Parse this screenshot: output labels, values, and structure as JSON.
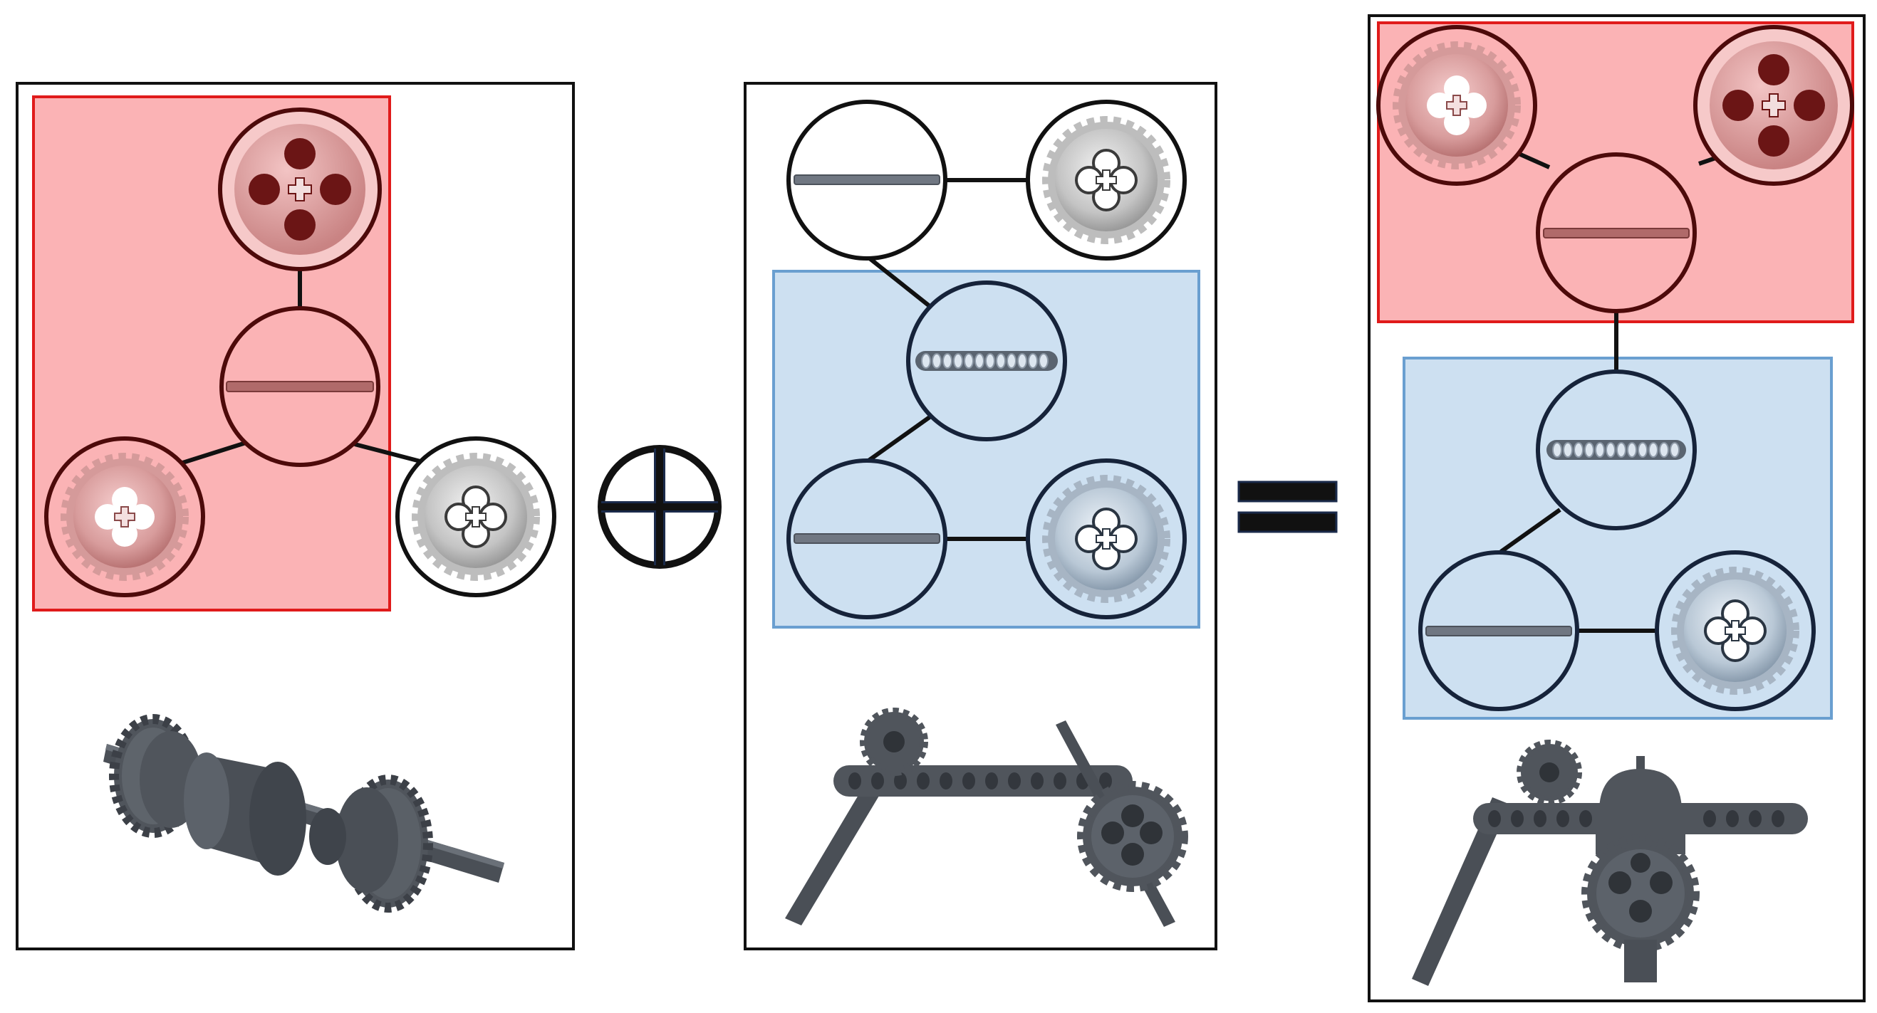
{
  "colors": {
    "frame": "#111111",
    "red_fill": "#fbb3b5",
    "red_stroke": "#e01b1b",
    "red_node_stroke": "#4d0a0a",
    "blue_fill": "#cde0f1",
    "blue_stroke": "#6a9fd0",
    "blue_node_stroke": "#16233a",
    "white_node_stroke": "#111111",
    "part_dark": "#555a61"
  },
  "panels": [
    {
      "id": "panel-left",
      "highlight": "red",
      "nodes": [
        {
          "id": "pulley",
          "icon": "pulley-wheel-icon",
          "group": "red"
        },
        {
          "id": "axle",
          "icon": "axle-icon",
          "group": "red"
        },
        {
          "id": "gear-a",
          "icon": "gear-icon",
          "group": "red"
        },
        {
          "id": "gear-b",
          "icon": "gear-icon",
          "group": "none"
        }
      ],
      "edges": [
        [
          "pulley",
          "axle"
        ],
        [
          "axle",
          "gear-a"
        ],
        [
          "axle",
          "gear-b"
        ]
      ],
      "render": "gear-axle-assembly"
    },
    {
      "id": "panel-middle",
      "highlight": "blue",
      "nodes": [
        {
          "id": "axle-top",
          "icon": "axle-icon",
          "group": "none"
        },
        {
          "id": "gear-top",
          "icon": "gear-icon",
          "group": "none"
        },
        {
          "id": "beam",
          "icon": "beam-icon",
          "group": "blue"
        },
        {
          "id": "axle-low",
          "icon": "axle-icon",
          "group": "blue"
        },
        {
          "id": "gear-low",
          "icon": "gear-icon",
          "group": "blue"
        }
      ],
      "edges": [
        [
          "axle-top",
          "gear-top"
        ],
        [
          "axle-top",
          "beam"
        ],
        [
          "beam",
          "axle-low"
        ],
        [
          "axle-low",
          "gear-low"
        ]
      ],
      "render": "beam-axle-assembly"
    },
    {
      "id": "panel-right",
      "highlight": "red+blue",
      "nodes": [
        {
          "id": "gear-r",
          "icon": "gear-icon",
          "group": "red"
        },
        {
          "id": "pulley-r",
          "icon": "pulley-wheel-icon",
          "group": "red"
        },
        {
          "id": "axle-r",
          "icon": "axle-icon",
          "group": "red"
        },
        {
          "id": "beam-r",
          "icon": "beam-icon",
          "group": "blue"
        },
        {
          "id": "axle-r2",
          "icon": "axle-icon",
          "group": "blue"
        },
        {
          "id": "gear-r2",
          "icon": "gear-icon",
          "group": "blue"
        }
      ],
      "edges": [
        [
          "gear-r",
          "axle-r"
        ],
        [
          "pulley-r",
          "axle-r"
        ],
        [
          "axle-r",
          "beam-r"
        ],
        [
          "beam-r",
          "axle-r2"
        ],
        [
          "axle-r2",
          "gear-r2"
        ]
      ],
      "render": "merged-assembly"
    }
  ],
  "operators": [
    "plus-circle-icon",
    "equals-icon"
  ]
}
